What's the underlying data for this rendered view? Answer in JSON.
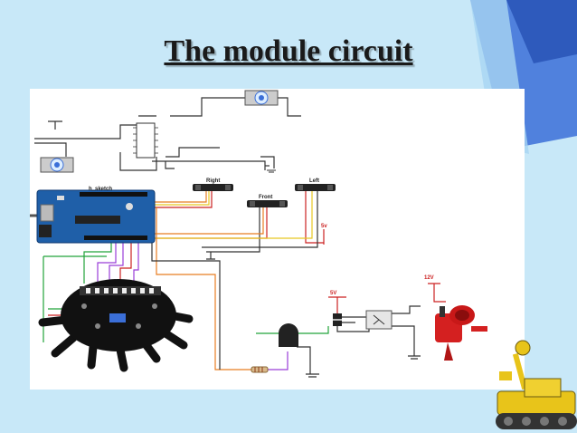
{
  "slide": {
    "title": "The module circuit"
  },
  "sensors": {
    "right_label": "Right",
    "front_label": "Front",
    "left_label": "Left"
  },
  "supplies": {
    "sensor_supply": "5v",
    "relay_supply": "5V",
    "coil_supply": "12V"
  },
  "colors": {
    "background": "#c8e8f8",
    "accent_blue": "#3b6fd8",
    "board_blue": "#1f5fa8",
    "sensor_board": "#111111",
    "solenoid": "#d42020"
  }
}
